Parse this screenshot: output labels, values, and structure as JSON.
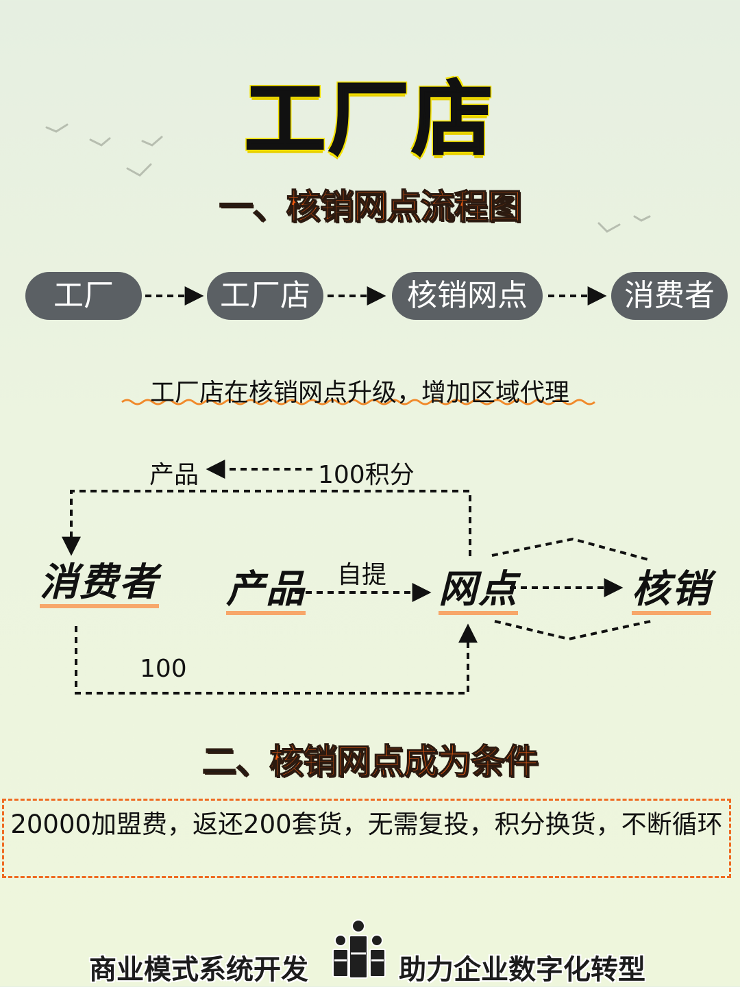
{
  "page": {
    "title": "工厂店"
  },
  "section1": {
    "prefix": "一、",
    "heading": "核销网点流程图"
  },
  "flow": {
    "steps": [
      "工厂",
      "工厂店",
      "核销网点",
      "消费者"
    ]
  },
  "note": "工厂店在核销网点升级，增加区域代理",
  "diagram": {
    "top_label_product": "产品",
    "top_label_points": "100积分",
    "node_consumer": "消费者",
    "node_product": "产品",
    "node_outlet": "网点",
    "node_verify": "核销",
    "pickup_label": "自提",
    "bottom_label": "100"
  },
  "section2": {
    "prefix": "二、",
    "heading": "核销网点成为条件"
  },
  "conditions": {
    "text": "20000加盟费，返还200套货，无需复投，积分换货，不断循环"
  },
  "footer": {
    "left": "商业模式系统开发",
    "right": "助力企业数字化转型",
    "icon": "people-chart-icon"
  },
  "colors": {
    "accent_orange": "#ef5a0f",
    "title_yellow": "#f4e200",
    "pill_gray": "#5b6064",
    "wave_orange": "#f08a2c"
  }
}
